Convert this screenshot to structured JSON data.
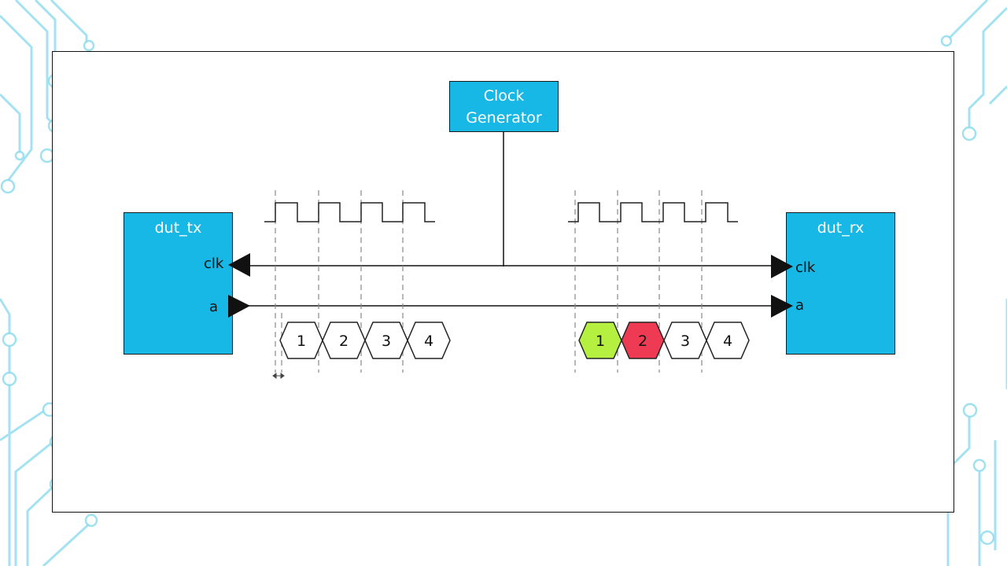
{
  "clock_generator": {
    "label_line1": "Clock",
    "label_line2": "Generator"
  },
  "dut_tx": {
    "title": "dut_tx",
    "port_clk": "clk",
    "port_a": "a"
  },
  "dut_rx": {
    "title": "dut_rx",
    "port_clk": "clk",
    "port_a": "a"
  },
  "tx_data": [
    {
      "label": "1",
      "color": "#ffffff"
    },
    {
      "label": "2",
      "color": "#ffffff"
    },
    {
      "label": "3",
      "color": "#ffffff"
    },
    {
      "label": "4",
      "color": "#ffffff"
    }
  ],
  "rx_data": [
    {
      "label": "1",
      "color": "#b5ef3f"
    },
    {
      "label": "2",
      "color": "#ee3a52"
    },
    {
      "label": "3",
      "color": "#ffffff"
    },
    {
      "label": "4",
      "color": "#ffffff"
    }
  ],
  "colors": {
    "box_fill": "#17b7e6",
    "circuit": "#7fd8ea"
  }
}
